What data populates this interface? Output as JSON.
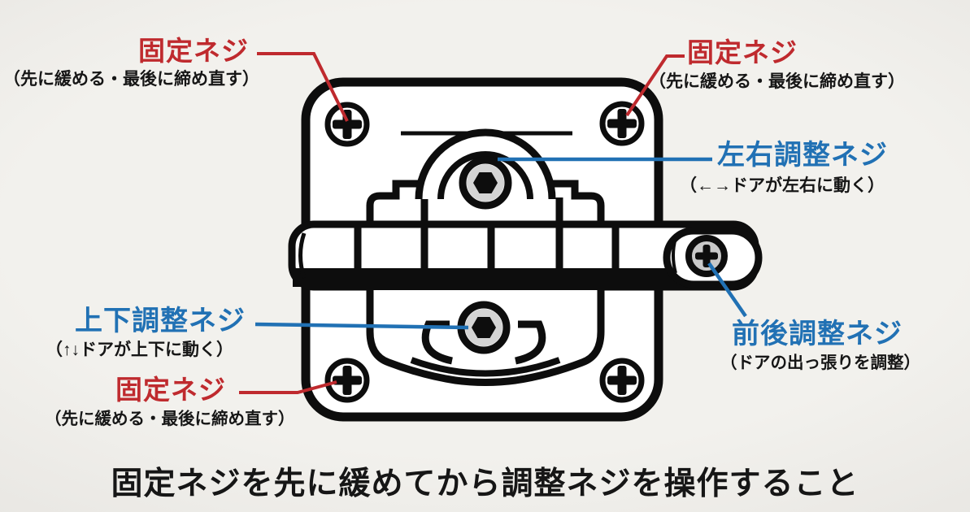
{
  "colors": {
    "background": "#efede9",
    "plate_white": "#ffffff",
    "line_black": "#0d0d0d",
    "label_red": "#bf2a2e",
    "label_blue": "#2171b4",
    "text_black": "#161616",
    "screw_gray": "#d4d4d4",
    "capsule_screw_gray": "#c9c9c9"
  },
  "labels": {
    "fixing_top_left": {
      "title": "固定ネジ",
      "note": "（先に緩める・最後に締め直す）"
    },
    "fixing_top_right": {
      "title": "固定ネジ",
      "note": "（先に緩める・最後に締め直す）"
    },
    "lr_adjust": {
      "title": "左右調整ネジ",
      "note": "（←→ドアが左右に動く）"
    },
    "ud_adjust": {
      "title": "上下調整ネジ",
      "note": "（↑↓ドアが上下に動く）"
    },
    "fixing_bottom_left": {
      "title": "固定ネジ",
      "note": "（先に緩める・最後に締め直す）"
    },
    "fb_adjust": {
      "title": "前後調整ネジ",
      "note": "（ドアの出っ張りを調整）"
    }
  },
  "caption": "固定ネジを先に緩めてから調整ネジを操作すること",
  "diagram": {
    "subject": "door-hinge-adjustment-screws",
    "parts": [
      "hinge-plate",
      "fixing-phillips-screw-top-left",
      "fixing-phillips-screw-top-right",
      "fixing-phillips-screw-bottom-left",
      "phillips-screw-bottom-right",
      "left-right-hex-adjustment-screw",
      "up-down-hex-adjustment-screw",
      "front-back-phillips-adjustment-screw",
      "hinge-barrel"
    ]
  }
}
